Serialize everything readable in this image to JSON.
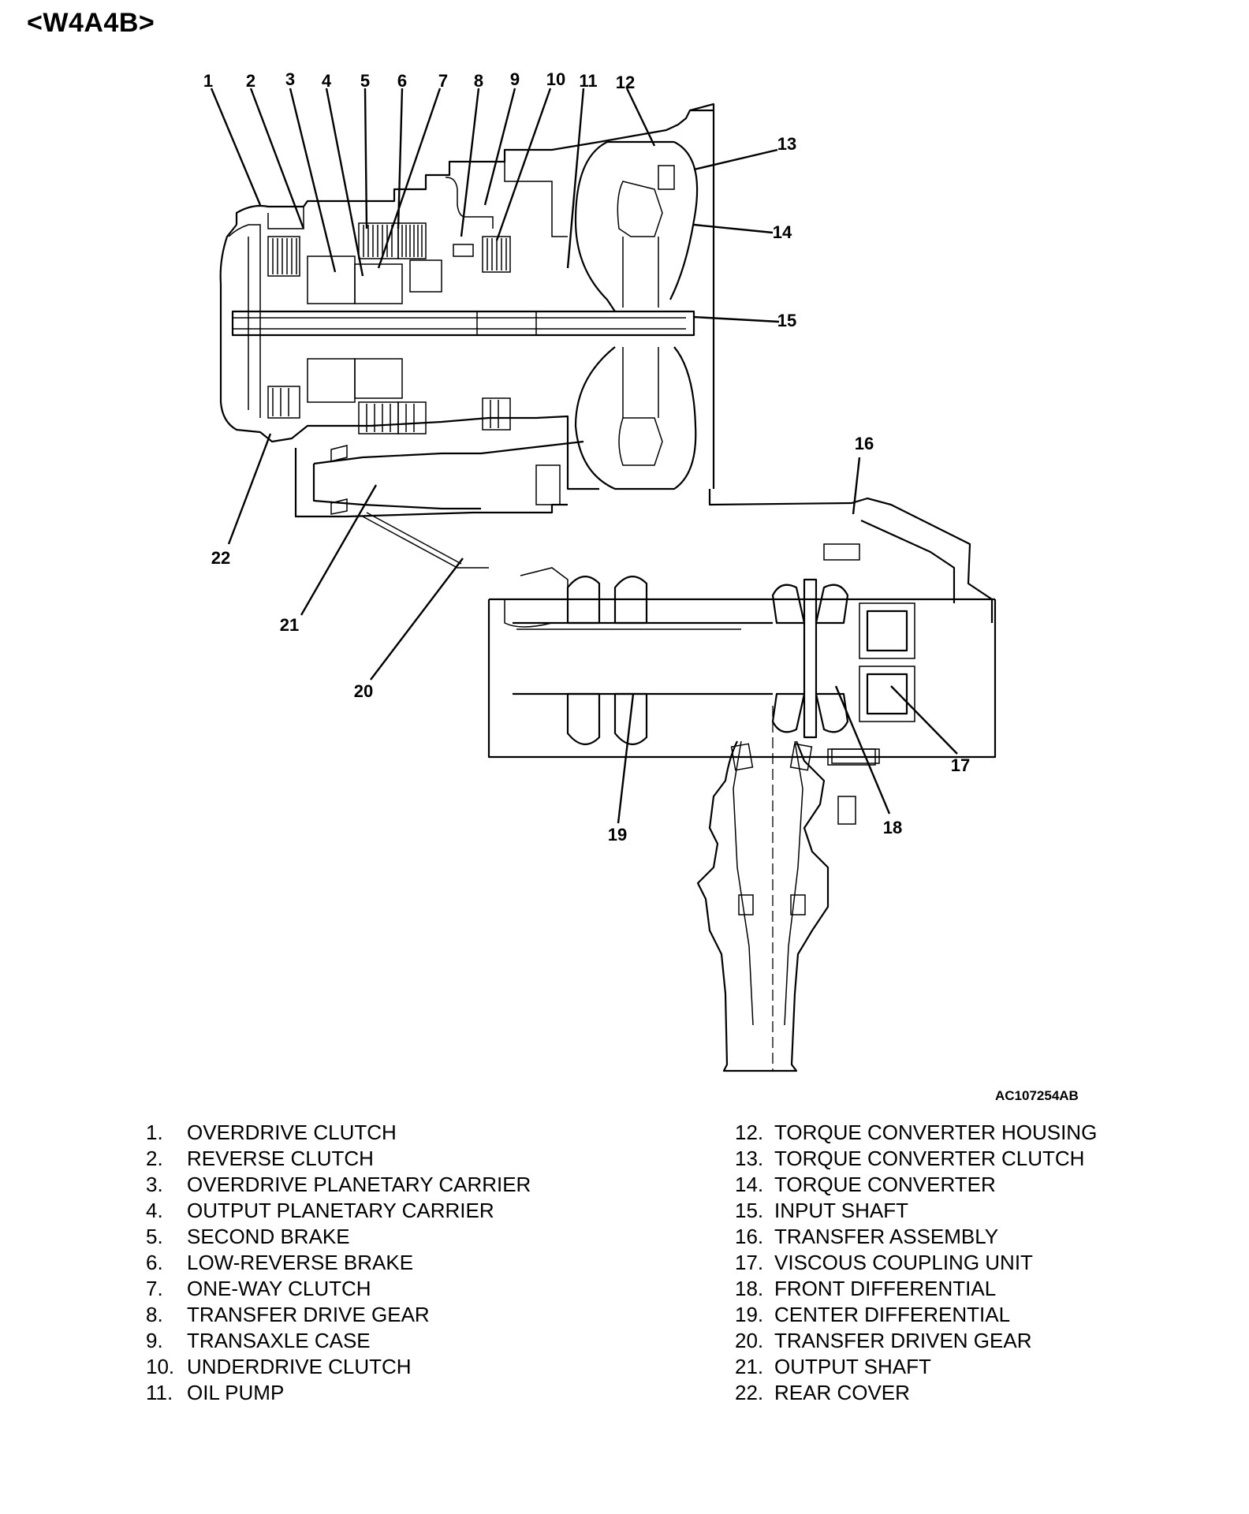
{
  "title": "<W4A4B>",
  "figure_code": "AC107254AB",
  "callouts": [
    {
      "n": "1"
    },
    {
      "n": "2"
    },
    {
      "n": "3"
    },
    {
      "n": "4"
    },
    {
      "n": "5"
    },
    {
      "n": "6"
    },
    {
      "n": "7"
    },
    {
      "n": "8"
    },
    {
      "n": "9"
    },
    {
      "n": "10"
    },
    {
      "n": "11"
    },
    {
      "n": "12"
    },
    {
      "n": "13"
    },
    {
      "n": "14"
    },
    {
      "n": "15"
    },
    {
      "n": "16"
    },
    {
      "n": "17"
    },
    {
      "n": "18"
    },
    {
      "n": "19"
    },
    {
      "n": "20"
    },
    {
      "n": "21"
    },
    {
      "n": "22"
    }
  ],
  "legend": {
    "left": [
      {
        "num": "1.",
        "label": "OVERDRIVE CLUTCH"
      },
      {
        "num": "2.",
        "label": "REVERSE CLUTCH"
      },
      {
        "num": "3.",
        "label": "OVERDRIVE PLANETARY CARRIER"
      },
      {
        "num": "4.",
        "label": "OUTPUT PLANETARY CARRIER"
      },
      {
        "num": "5.",
        "label": "SECOND BRAKE"
      },
      {
        "num": "6.",
        "label": "LOW-REVERSE BRAKE"
      },
      {
        "num": "7.",
        "label": "ONE-WAY CLUTCH"
      },
      {
        "num": "8.",
        "label": "TRANSFER DRIVE GEAR"
      },
      {
        "num": "9.",
        "label": "TRANSAXLE CASE"
      },
      {
        "num": "10.",
        "label": "UNDERDRIVE CLUTCH"
      },
      {
        "num": "11.",
        "label": "OIL PUMP"
      }
    ],
    "right": [
      {
        "num": "12.",
        "label": "TORQUE CONVERTER HOUSING"
      },
      {
        "num": "13.",
        "label": "TORQUE CONVERTER CLUTCH"
      },
      {
        "num": "14.",
        "label": "TORQUE CONVERTER"
      },
      {
        "num": "15.",
        "label": "INPUT SHAFT"
      },
      {
        "num": "16.",
        "label": "TRANSFER ASSEMBLY"
      },
      {
        "num": "17.",
        "label": "VISCOUS COUPLING UNIT"
      },
      {
        "num": "18.",
        "label": "FRONT DIFFERENTIAL"
      },
      {
        "num": "19.",
        "label": "CENTER DIFFERENTIAL"
      },
      {
        "num": "20.",
        "label": "TRANSFER DRIVEN GEAR"
      },
      {
        "num": "21.",
        "label": "OUTPUT SHAFT"
      },
      {
        "num": "22.",
        "label": "REAR COVER"
      }
    ]
  }
}
